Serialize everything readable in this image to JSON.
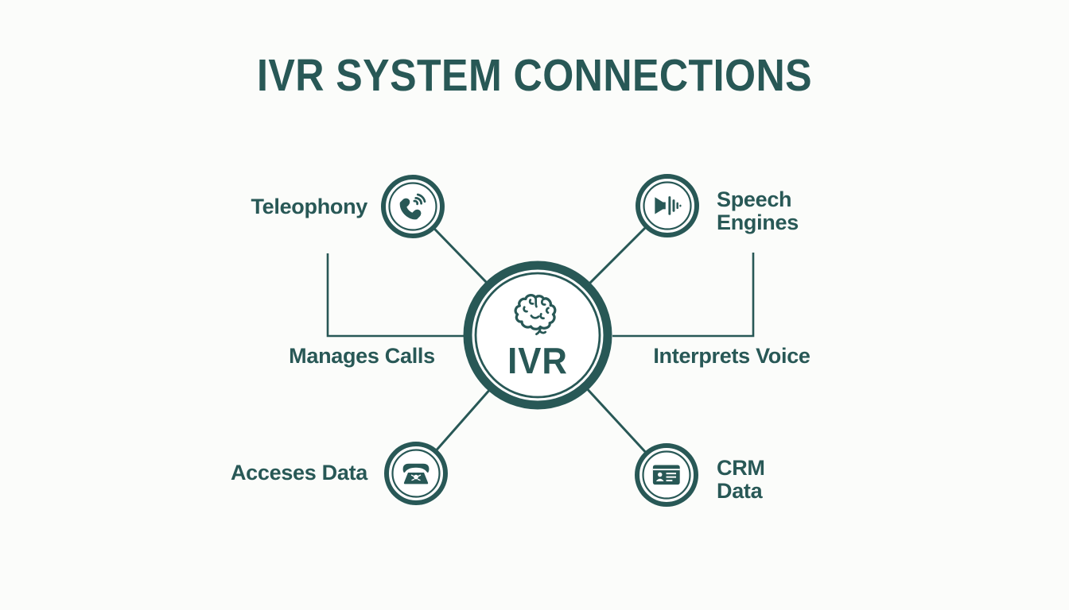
{
  "title": "IVR SYSTEM CONNECTIONS",
  "colors": {
    "accent": "#285856",
    "background": "#fbfcfa",
    "node_fill": "#ffffff"
  },
  "center": {
    "label": "IVR",
    "icon": "brain-icon"
  },
  "nodes": {
    "telephony": {
      "label": "Teleophony",
      "icon": "phone-handset-icon",
      "position": "top-left"
    },
    "speech": {
      "label": "Speech\nEngines",
      "icon": "speaker-waves-icon",
      "position": "top-right"
    },
    "accesses": {
      "label": "Acceses Data",
      "icon": "desk-phone-icon",
      "position": "bottom-left"
    },
    "crm": {
      "label": "CRM\nData",
      "icon": "contact-card-icon",
      "position": "bottom-right"
    }
  },
  "annotations": {
    "left": "Manages Calls",
    "right": "Interprets Voice"
  }
}
